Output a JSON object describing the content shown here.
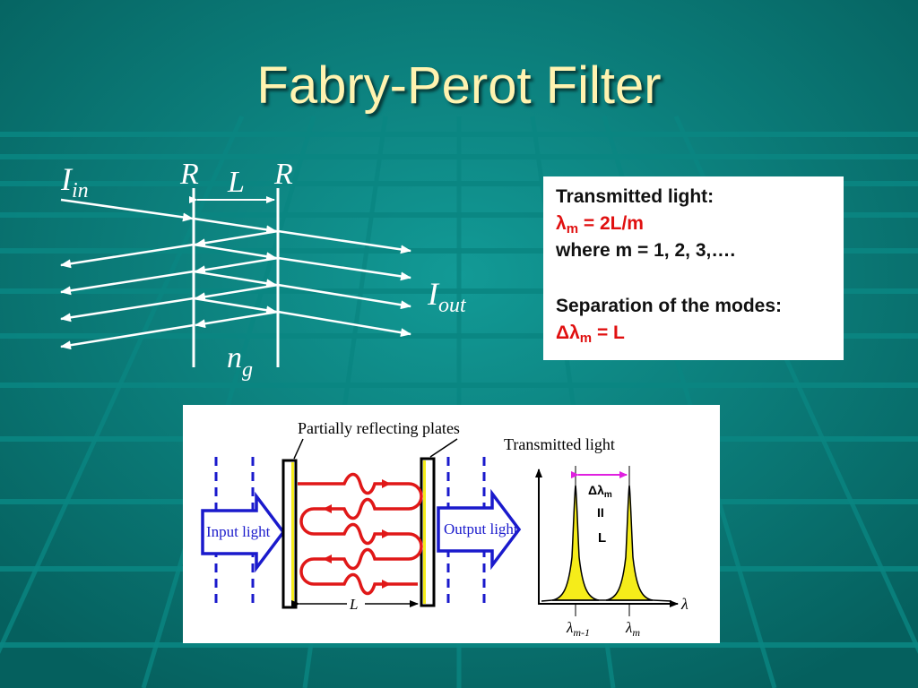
{
  "slide": {
    "title": "Fabry-Perot Filter"
  },
  "top_diagram": {
    "intensity_in_symbol": "I",
    "intensity_in_sub": "in",
    "intensity_out_symbol": "I",
    "intensity_out_sub": "out",
    "reflectivity_left": "R",
    "reflectivity_right": "R",
    "cavity_length": "L",
    "group_index_symbol": "n",
    "group_index_sub": "g"
  },
  "info_box": {
    "heading": "Transmitted light:",
    "lambda_symbol": "λ",
    "lambda_sub": "m",
    "lambda_rest": " = 2L/m",
    "where_line": "where m = 1, 2, 3,….",
    "separation_heading": "Separation of the modes:",
    "delta_symbol": "Δλ",
    "delta_sub": "m",
    "delta_rest": " = L"
  },
  "bottom_diagram": {
    "plates_label": "Partially reflecting plates",
    "input_label": "Input light",
    "output_label": "Output light",
    "transmitted_label": "Transmitted light",
    "cavity_length": "L",
    "delta_symbol": "Δλ",
    "delta_sub": "m",
    "equals_glyph": "II",
    "delta_value": "L",
    "lambda_axis": "λ",
    "peak1_symbol": "λ",
    "peak1_sub": "m-1",
    "peak2_symbol": "λ",
    "peak2_sub": "m"
  },
  "colors": {
    "background": "#0b7a78",
    "title": "#fff3b0",
    "wave_red": "#e01818",
    "arrow_blue": "#1a1acc",
    "peak_yellow": "#f5ec1a",
    "spacing_magenta": "#e020e0"
  }
}
